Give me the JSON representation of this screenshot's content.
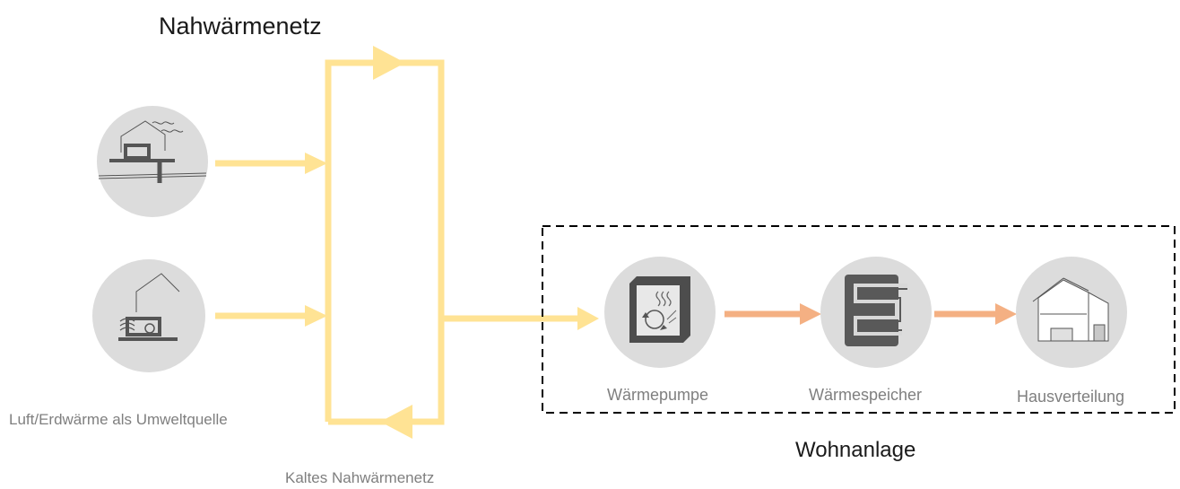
{
  "title": "Nahwärmenetz",
  "source_label": "Luft/Erdwärme als Umweltquelle",
  "network_label": "Kaltes Nahwärmenetz",
  "box_label": "Wohnanlage",
  "components": {
    "heat_pump": "Wärmepumpe",
    "storage": "Wärmespeicher",
    "distribution": "Hausverteilung"
  },
  "colors": {
    "network_line": "#FFE394",
    "house_flow": "#F4B083",
    "node_fill": "#DCDCDC",
    "icon": "#6b6b6b"
  },
  "icons": [
    "ground-source-icon",
    "air-source-icon",
    "heat-pump-icon",
    "heat-storage-icon",
    "house-icon"
  ]
}
